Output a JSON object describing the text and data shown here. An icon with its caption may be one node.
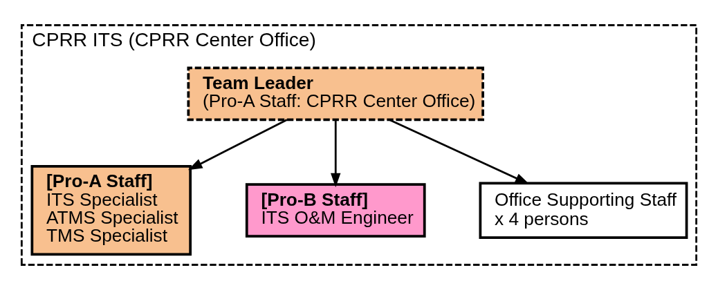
{
  "diagram": {
    "nodes": [
      {
        "text": [
          "CPRR ITS (CPRR Center Office)"
        ]
      },
      {
        "text": [
          "Team Leader",
          "(Pro-A Staff: CPRR Center Office)"
        ],
        "in": 0
      },
      {
        "text": [
          "[Pro-A Staff]",
          "ITS Specialist",
          "ATMS Specialist",
          "TMS Specialist"
        ],
        "in": 0
      },
      {
        "text": [
          "[Pro-B Staff]",
          "ITS O&M Engineer"
        ],
        "in": 0
      },
      {
        "text": [
          "Office Supporting Staff",
          "x 4 persons"
        ],
        "in": 0
      }
    ],
    "edges": [
      {
        "from": 1,
        "to": 2,
        "arrow": "to"
      },
      {
        "from": 1,
        "to": 3,
        "arrow": "to"
      },
      {
        "from": 1,
        "to": 4,
        "arrow": "to"
      }
    ]
  }
}
